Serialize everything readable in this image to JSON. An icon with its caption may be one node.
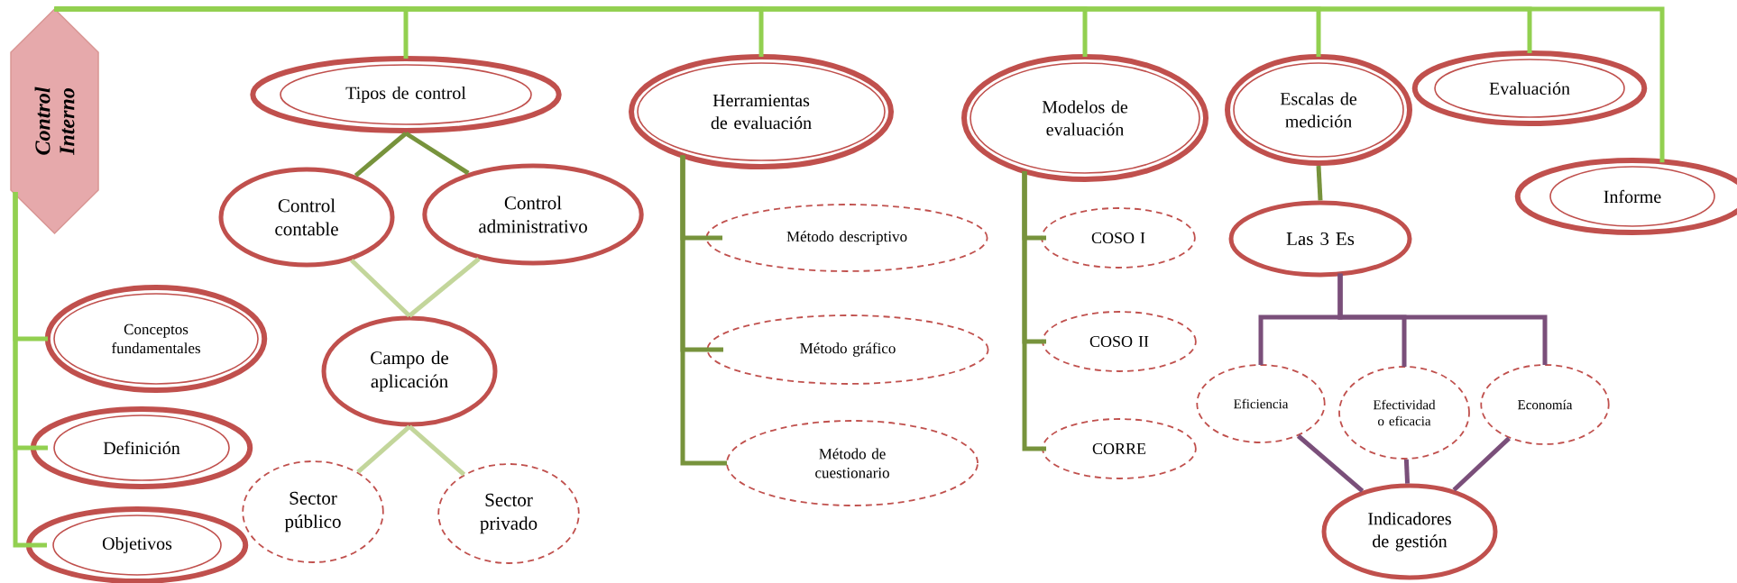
{
  "diagram": {
    "nodes": [
      {
        "text": [
          "Control Interno"
        ]
      },
      {
        "text": [
          "Tipos de control"
        ]
      },
      {
        "text": [
          "Control contable"
        ]
      },
      {
        "text": [
          "Control administrativo"
        ]
      },
      {
        "text": [
          "Campo de aplicación"
        ]
      },
      {
        "text": [
          "Sector público"
        ]
      },
      {
        "text": [
          "Sector privado"
        ]
      },
      {
        "text": [
          "Conceptos fundamentales"
        ]
      },
      {
        "text": [
          "Definición"
        ]
      },
      {
        "text": [
          "Objetivos"
        ]
      },
      {
        "text": [
          "Herramientas de evaluación"
        ]
      },
      {
        "text": [
          "Método descriptivo"
        ]
      },
      {
        "text": [
          "Método gráfico"
        ]
      },
      {
        "text": [
          "Método de cuestionario"
        ]
      },
      {
        "text": [
          "Modelos de evaluación"
        ]
      },
      {
        "text": [
          "COSO I"
        ]
      },
      {
        "text": [
          "COSO II"
        ]
      },
      {
        "text": [
          "CORRE"
        ]
      },
      {
        "text": [
          "Escalas de medición"
        ]
      },
      {
        "text": [
          "Evaluación"
        ]
      },
      {
        "text": [
          "Informe"
        ]
      },
      {
        "text": [
          "Las 3 Es"
        ]
      },
      {
        "text": [
          "Eficiencia"
        ]
      },
      {
        "text": [
          "Efectividad o eficacia"
        ]
      },
      {
        "text": [
          "Economía"
        ]
      },
      {
        "text": [
          "Indicadores de gestión"
        ]
      }
    ],
    "edges": [
      {
        "from": 0,
        "to": 1,
        "arrow": "none"
      },
      {
        "from": 0,
        "to": 10,
        "arrow": "none"
      },
      {
        "from": 0,
        "to": 14,
        "arrow": "none"
      },
      {
        "from": 0,
        "to": 18,
        "arrow": "none"
      },
      {
        "from": 0,
        "to": 19,
        "arrow": "none"
      },
      {
        "from": 0,
        "to": 20,
        "arrow": "none"
      },
      {
        "from": 0,
        "to": 7,
        "arrow": "none"
      },
      {
        "from": 0,
        "to": 8,
        "arrow": "none"
      },
      {
        "from": 0,
        "to": 9,
        "arrow": "none"
      },
      {
        "from": 1,
        "to": 2,
        "arrow": "none",
        "color": "#77933c"
      },
      {
        "from": 1,
        "to": 3,
        "arrow": "none",
        "color": "#77933c"
      },
      {
        "from": 2,
        "to": 4,
        "arrow": "none",
        "color": "#c3d69b"
      },
      {
        "from": 3,
        "to": 4,
        "arrow": "none",
        "color": "#c3d69b"
      },
      {
        "from": 4,
        "to": 5,
        "arrow": "none",
        "color": "#c3d69b"
      },
      {
        "from": 4,
        "to": 6,
        "arrow": "none",
        "color": "#c3d69b"
      },
      {
        "from": 10,
        "to": 11,
        "arrow": "none",
        "color": "#77933c"
      },
      {
        "from": 10,
        "to": 12,
        "arrow": "none",
        "color": "#77933c"
      },
      {
        "from": 10,
        "to": 13,
        "arrow": "none",
        "color": "#77933c"
      },
      {
        "from": 14,
        "to": 15,
        "arrow": "none",
        "color": "#77933c"
      },
      {
        "from": 14,
        "to": 16,
        "arrow": "none",
        "color": "#77933c"
      },
      {
        "from": 14,
        "to": 17,
        "arrow": "none",
        "color": "#77933c"
      },
      {
        "from": 18,
        "to": 21,
        "arrow": "none",
        "color": "#77933c"
      },
      {
        "from": 21,
        "to": 22,
        "arrow": "none",
        "color": "#7a4f7a"
      },
      {
        "from": 21,
        "to": 23,
        "arrow": "none",
        "color": "#7a4f7a"
      },
      {
        "from": 21,
        "to": 24,
        "arrow": "none",
        "color": "#7a4f7a"
      },
      {
        "from": 22,
        "to": 25,
        "arrow": "none",
        "color": "#7a4f7a"
      },
      {
        "from": 23,
        "to": 25,
        "arrow": "none",
        "color": "#7a4f7a"
      },
      {
        "from": 24,
        "to": 25,
        "arrow": "none",
        "color": "#7a4f7a"
      }
    ]
  }
}
